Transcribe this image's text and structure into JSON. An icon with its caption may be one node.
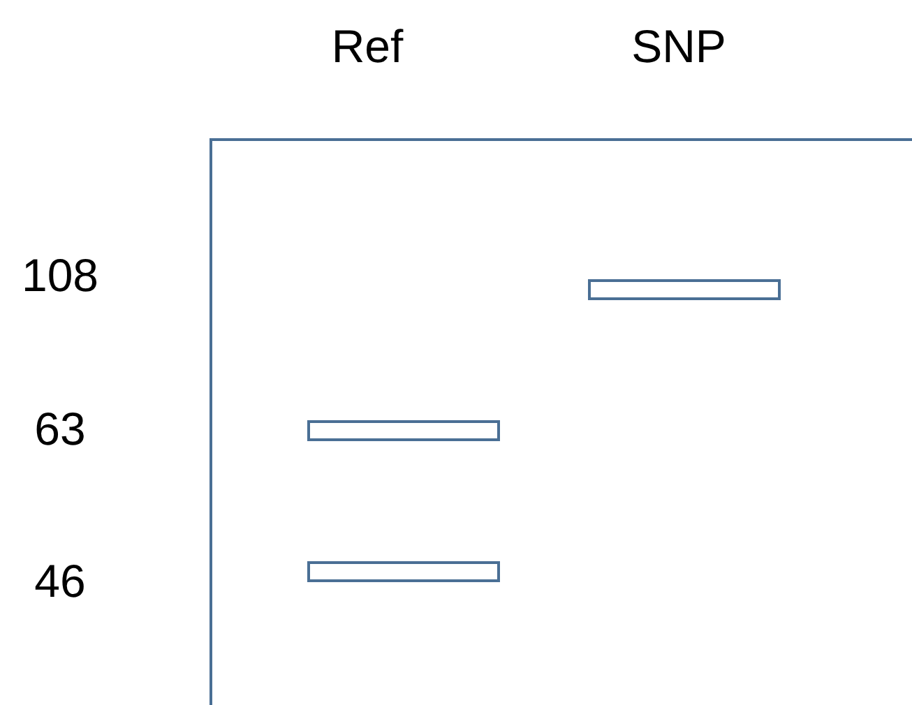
{
  "diagram": {
    "nodes": [
      {
        "text": [],
        "shape": "bar"
      },
      {
        "text": [],
        "shape": "bar"
      },
      {
        "text": [],
        "shape": "bar"
      }
    ],
    "labels": [
      "Ref",
      "SNP",
      "108",
      "63",
      "46"
    ]
  }
}
